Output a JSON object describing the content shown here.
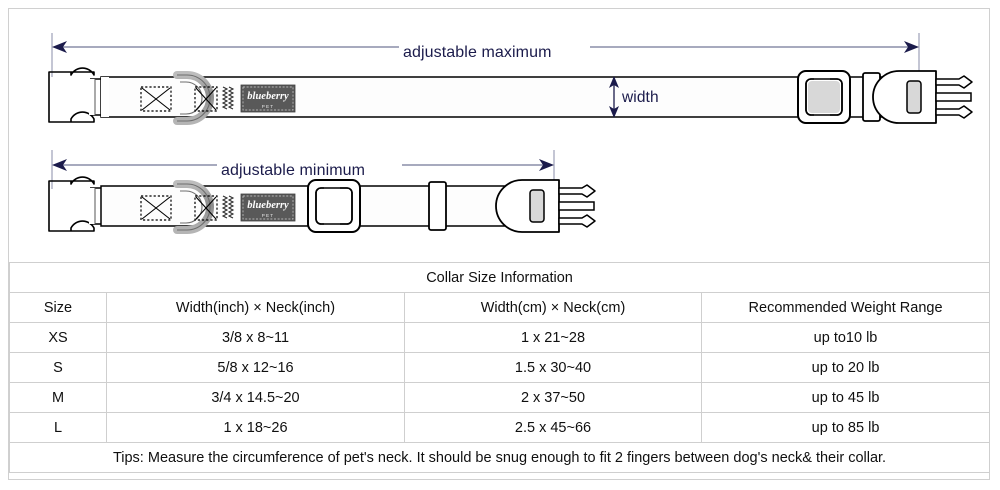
{
  "diagram": {
    "top_collar": {
      "dimension_label": "adjustable maximum",
      "width_label": "width",
      "brand_label": "blueberry",
      "brand_sub": "PET"
    },
    "bottom_collar": {
      "dimension_label": "adjustable minimum",
      "brand_label": "blueberry",
      "brand_sub": "PET"
    },
    "colors": {
      "dimension_line": "#6f74a8",
      "arrow_head": "#1b1b4b",
      "label_text": "#1b1b4b",
      "outline": "#000000",
      "hardware_fill": "#ffffff",
      "dring_gray": "#8f8f8f",
      "brand_tag": "#595959",
      "frame_border": "#d0d0d0"
    }
  },
  "table": {
    "title": "Collar Size Information",
    "headers": [
      "Size",
      "Width(inch)  ×  Neck(inch)",
      "Width(cm)  ×  Neck(cm)",
      "Recommended Weight Range"
    ],
    "rows": [
      [
        "XS",
        "3/8 x 8~11",
        "1 x 21~28",
        "up to10 lb"
      ],
      [
        "S",
        "5/8 x 12~16",
        "1.5 x 30~40",
        "up to 20 lb"
      ],
      [
        "M",
        "3/4 x 14.5~20",
        "2 x 37~50",
        "up to 45 lb"
      ],
      [
        "L",
        "1 x 18~26",
        "2.5 x 45~66",
        "up to 85 lb"
      ]
    ],
    "tips": "Tips: Measure the circumference of pet's neck. It should be snug enough to fit 2 fingers between dog's neck& their collar."
  }
}
